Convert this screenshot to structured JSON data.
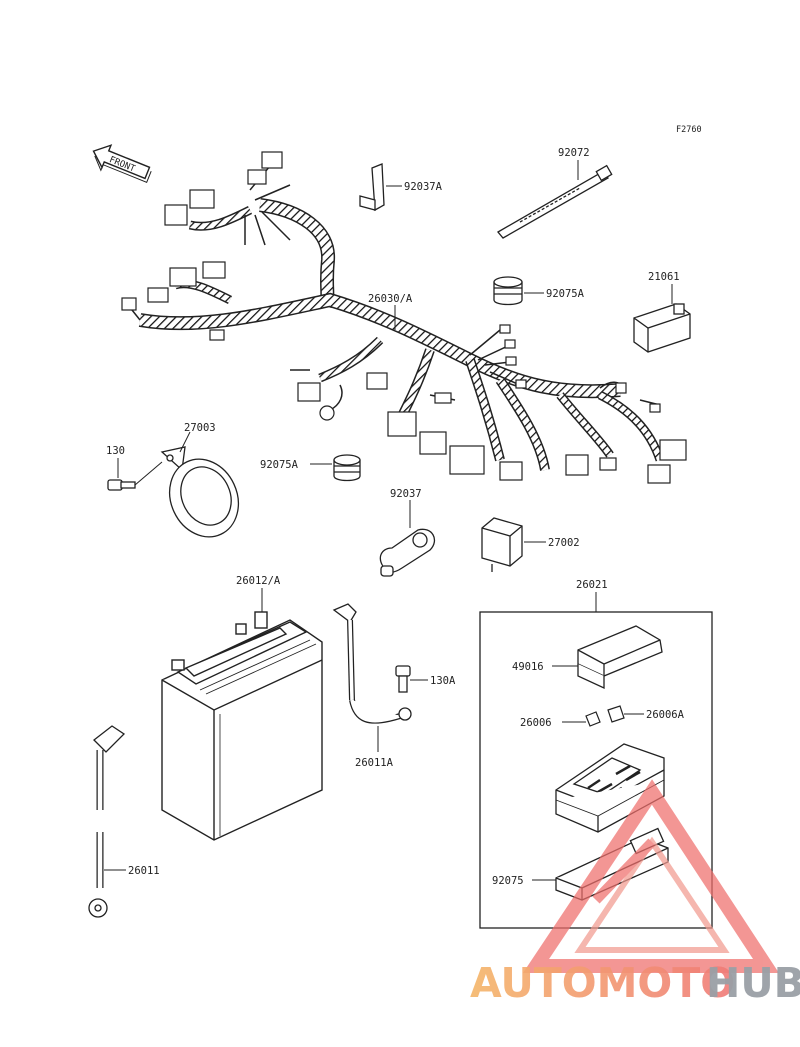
{
  "figure_code": "F2760",
  "front_label": "FRONT",
  "parts": {
    "wiring_harness": "26030/A",
    "strap_long": "92072",
    "clamp_top": "92037A",
    "damper_top": "92075A",
    "relay_block": "21061",
    "horn": "27003",
    "horn_bolt": "130",
    "damper_mid": "92075A",
    "clamp_mid": "92037",
    "relay": "27002",
    "battery": "26012/A",
    "junction_box": "26021",
    "cover": "49016",
    "bolt": "130A",
    "lead_short": "26011A",
    "fuse": "26006",
    "fuse_alt": "26006A",
    "lead_long": "26011",
    "damper_box": "92075"
  },
  "watermark": {
    "text_left": "AUTOMOTO",
    "text_right": "HUB",
    "color_left": "#f5b66a",
    "color_mid": "#f07a78",
    "color_right": "#9aa0a6"
  }
}
